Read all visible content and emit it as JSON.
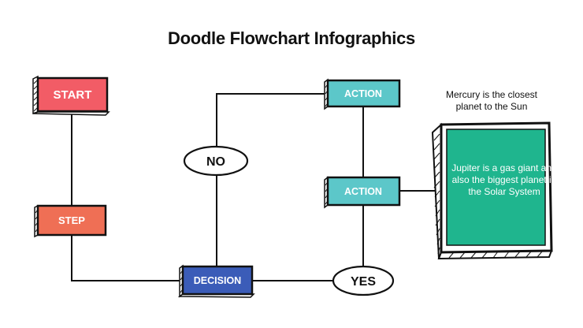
{
  "title": "Doodle Flowchart Infographics",
  "nodes": {
    "start": "START",
    "step": "STEP",
    "decision": "DECISION",
    "no": "NO",
    "yes": "YES",
    "action_top": "ACTION",
    "action_mid": "ACTION"
  },
  "side_panel": {
    "caption": "Mercury is the closest planet to the Sun",
    "text": "Jupiter is a gas giant and also the biggest planet in the Solar System"
  },
  "colors": {
    "start": "#f25c66",
    "step": "#ef6f55",
    "decision": "#3b5cb8",
    "action": "#5cc7c9",
    "panel": "#1fb58e",
    "outline": "#111111"
  }
}
